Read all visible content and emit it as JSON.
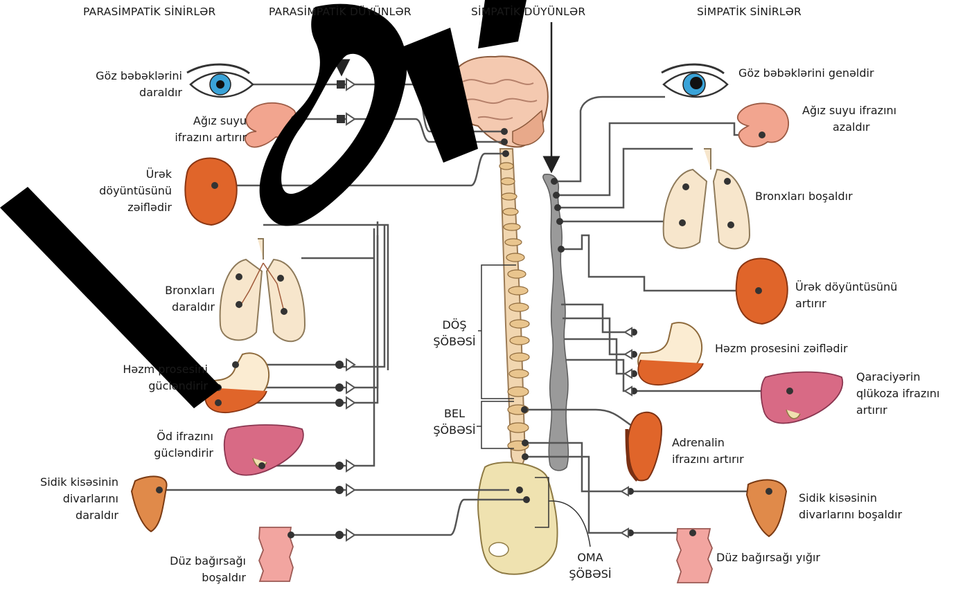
{
  "headers": {
    "parasympathetic_nerves": "PARASİMPATİK SİNİRLƏR",
    "parasympathetic_ganglia": "PARASİMPATİK DÜYÜNLƏR",
    "sympathetic_ganglia": "SİMPATİK DÜYÜNLƏR",
    "sympathetic_nerves": "SİMPATİK SİNİRLƏR"
  },
  "left": {
    "eye": [
      "Göz bəbəklərini",
      "daraldır"
    ],
    "saliva": [
      "Ağız suyu",
      "ifrazını artırır"
    ],
    "heart": [
      "Ürək",
      "döyüntüsünü",
      "zəiflədir"
    ],
    "lungs": [
      "Bronxları",
      "daraldır"
    ],
    "digestion": [
      "Həzm prosesini",
      "gücləndirir"
    ],
    "bile": [
      "Öd ifrazını",
      "gücləndirir"
    ],
    "bladder": [
      "Sidik kisəsinin",
      "divarlarını",
      "daraldır"
    ],
    "rectum": [
      "Düz bağırsağı",
      "boşaldır"
    ]
  },
  "right": {
    "eye": [
      "Göz bəbəklərini genəldir"
    ],
    "saliva": [
      "Ağız suyu ifrazını",
      "azaldır"
    ],
    "lungs": [
      "Bronxları boşaldır"
    ],
    "heart": [
      "Ürək döyüntüsünü",
      "artırır"
    ],
    "digestion": [
      "Həzm prosesini zəiflədir"
    ],
    "liver": [
      "Qaraciyərin",
      "qlükoza ifrazını",
      "artırır"
    ],
    "adrenal": [
      "Adrenalin",
      "ifrazını artırır"
    ],
    "bladder": [
      "Sidik kisəsinin",
      "divarlarını boşaldır"
    ],
    "rectum": [
      "Düz bağırsağı yığır"
    ]
  },
  "sections": {
    "thoracic": [
      "DÖŞ",
      "ŞÖBƏSİ"
    ],
    "lumbar": [
      "BEL",
      "ŞÖBƏSİ"
    ],
    "sacral": [
      "OMA",
      "ŞÖBƏSİ"
    ]
  },
  "colors": {
    "nerve": "#555555",
    "organ_orange": "#e0652a",
    "organ_pink": "#f2a58f",
    "lung": "#f7e6cc",
    "liver": "#d86a85",
    "spine": "#efd3a8",
    "ganglia_chain": "#9a9a9a",
    "watermark": "#000000"
  }
}
